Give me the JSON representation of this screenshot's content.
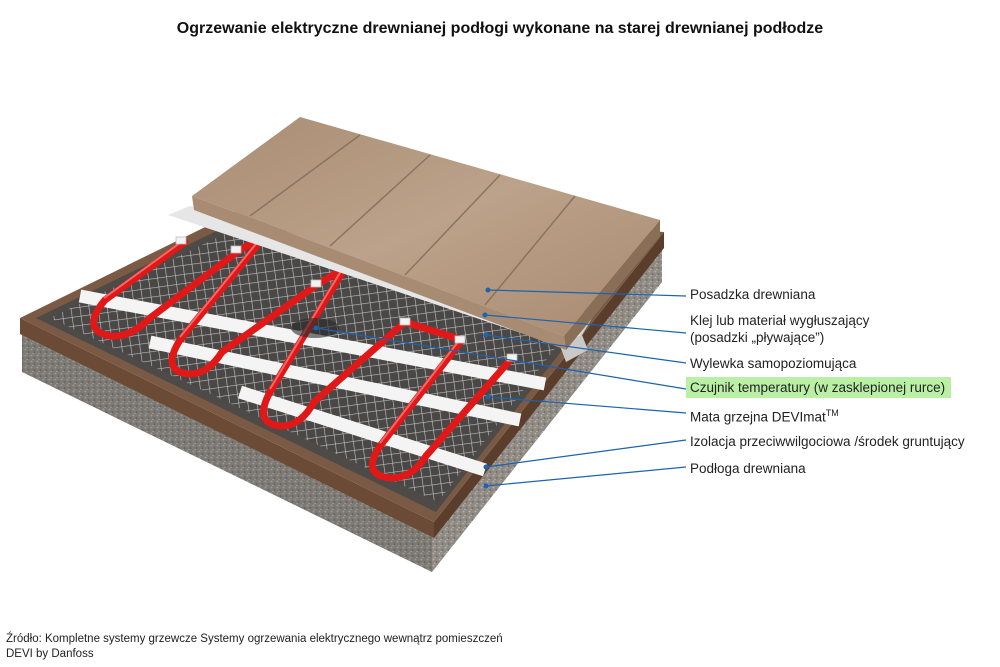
{
  "title": "Ogrzewanie elektryczne drewnianej podłogi wykonane na starej drewnianej podłodze",
  "labels": [
    {
      "id": "posadzka",
      "text": "Posadzka drewniana"
    },
    {
      "id": "klej_line1",
      "text": "Klej lub materiał wygłuszający"
    },
    {
      "id": "klej_line2",
      "text": "(posadzki „pływające”)"
    },
    {
      "id": "wylewka",
      "text": "Wylewka samopoziomująca"
    },
    {
      "id": "czujnik",
      "text": "Czujnik temperatury (w zasklepionej rurce)"
    },
    {
      "id": "mata",
      "text": "Mata grzejna DEVImat",
      "sup": "TM"
    },
    {
      "id": "izolacja",
      "text": "Izolacja przeciwwilgociowa /środek gruntujący"
    },
    {
      "id": "podloga",
      "text": "Podłoga drewniana"
    }
  ],
  "source": {
    "line1": "Źródło: Kompletne systemy grzewcze Systemy ogrzewania elektrycznego wewnątrz pomieszczeń",
    "line2": "DEVI by Danfoss"
  },
  "colors": {
    "accent_line": "#1c63b0",
    "highlight": "#b9f0a5",
    "cable": "#e01818",
    "wood_plank": "#b79a80"
  }
}
